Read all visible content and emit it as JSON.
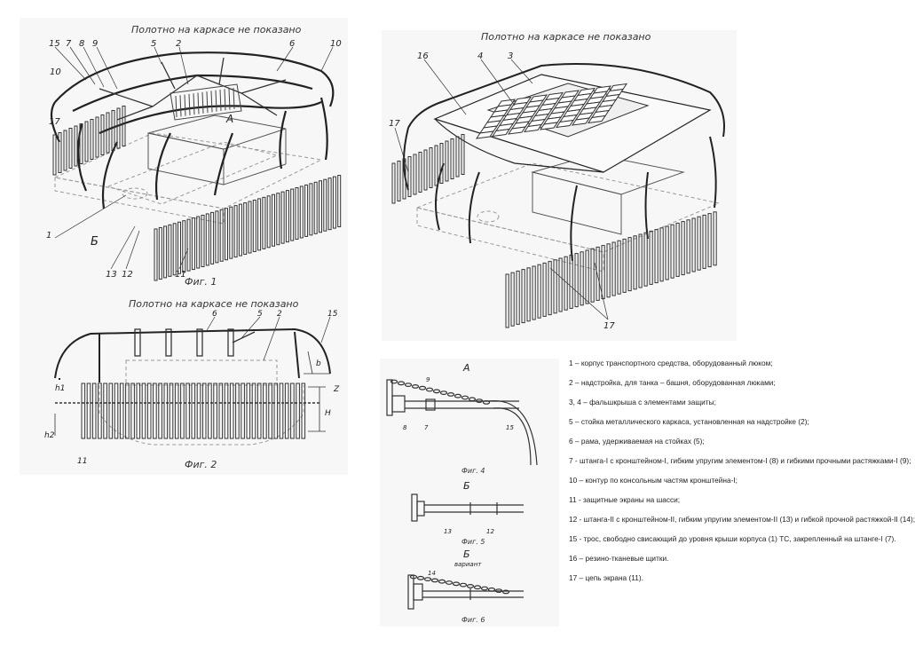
{
  "fig1": {
    "note": "Полотно на каркасе не показано",
    "caption": "Фиг. 1",
    "labels": [
      "1",
      "2",
      "5",
      "6",
      "7",
      "8",
      "9",
      "10",
      "10",
      "11",
      "12",
      "13",
      "15",
      "17",
      "А",
      "Б"
    ]
  },
  "fig2": {
    "note": "Полотно на каркасе не показано",
    "caption": "Фиг. 2",
    "labels": [
      "2",
      "5",
      "6",
      "15",
      "11",
      "h1",
      "h2",
      "H",
      "Z",
      "b"
    ]
  },
  "fig3": {
    "note": "Полотно на каркасе не показано",
    "labels": [
      "16",
      "4",
      "3",
      "17",
      "17"
    ]
  },
  "fig4": {
    "header": "А",
    "caption": "Фиг. 4",
    "labels": [
      "9",
      "8",
      "7",
      "15"
    ]
  },
  "fig5": {
    "header": "Б",
    "caption": "Фиг. 5",
    "labels": [
      "13",
      "12"
    ]
  },
  "fig6": {
    "header": "Б",
    "subheader": "вариант",
    "caption": "Фиг. 6",
    "labels": [
      "14"
    ]
  },
  "legend": [
    "1 – корпус транспортного средства, оборудованный люком;",
    "2 – надстройка, для танка – башня, оборудованная люками;",
    "3, 4 – фальшкрыша с элементами защиты;",
    "5 – стойка металлического каркаса, установленная на надстройке (2);",
    "6 – рама, удерживаемая на стойках (5);",
    "7 - штанга-I с кронштейном-I, гибким упругим элементом-I (8) и гибкими прочными растяжками-I (9);",
    "10 – контур по консольным частям кронштейна-I;",
    "11 - защитные экраны на шасси;",
    "12 - штанга-II с кронштейном-II, гибким упругим элементом-II (13) и гибкой прочной растяжкой-II (14);",
    "15 - трос, свободно свисающий до уровня крыши корпуса (1) ТС, закрепленный на штанге-I (7).",
    "16 – резино-тканевые щитки.",
    "17 – цепь экрана (11)."
  ]
}
